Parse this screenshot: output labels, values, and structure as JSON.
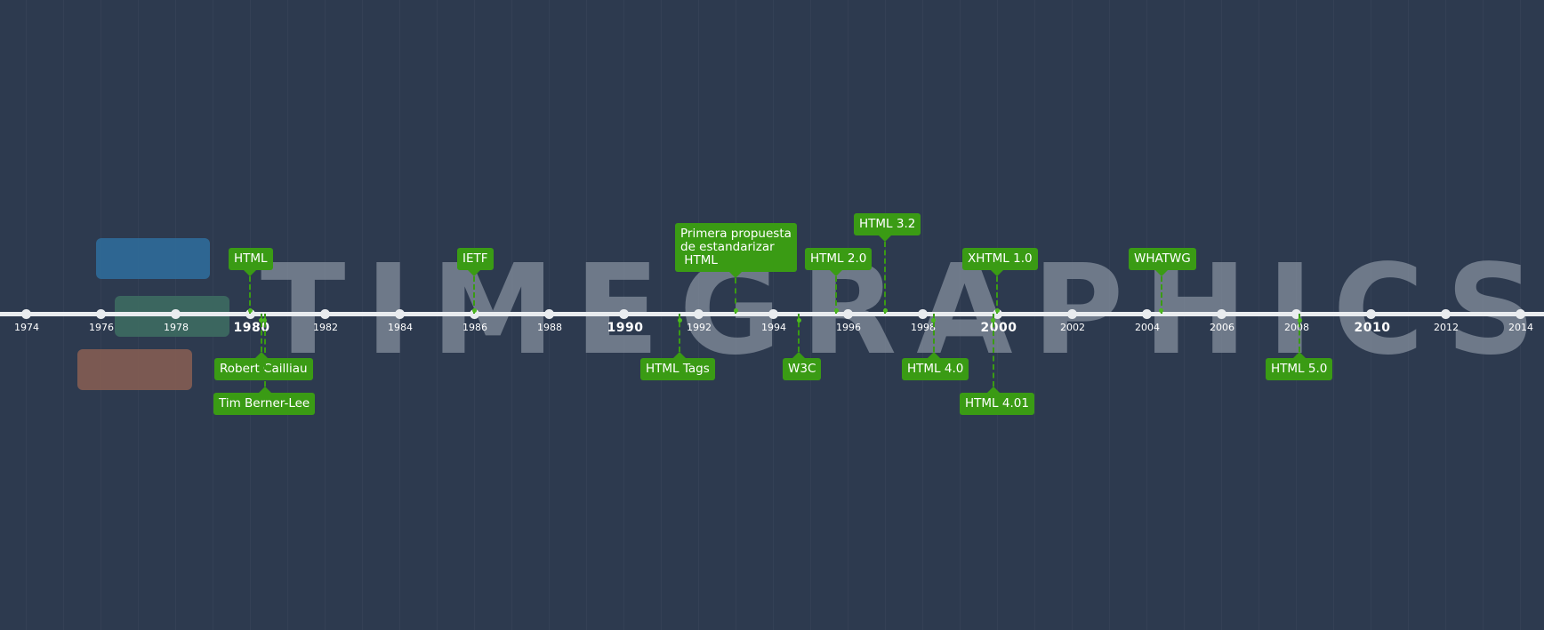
{
  "watermark": {
    "text": "TIMEGRAPHICS"
  },
  "colors": {
    "background": "#2d3a4f",
    "event": "#3a9b14",
    "axis": "#e9ecef",
    "watermark": "#9ba3ad"
  },
  "timeline": {
    "ticks": [
      {
        "label": "1974",
        "major": false
      },
      {
        "label": "1976",
        "major": false
      },
      {
        "label": "1978",
        "major": false
      },
      {
        "label": "1980",
        "major": true
      },
      {
        "label": "1982",
        "major": false
      },
      {
        "label": "1984",
        "major": false
      },
      {
        "label": "1986",
        "major": false
      },
      {
        "label": "1988",
        "major": false
      },
      {
        "label": "1990",
        "major": true
      },
      {
        "label": "1992",
        "major": false
      },
      {
        "label": "1994",
        "major": false
      },
      {
        "label": "1996",
        "major": false
      },
      {
        "label": "1998",
        "major": false
      },
      {
        "label": "2000",
        "major": true
      },
      {
        "label": "2002",
        "major": false
      },
      {
        "label": "2004",
        "major": false
      },
      {
        "label": "2006",
        "major": false
      },
      {
        "label": "2008",
        "major": false
      },
      {
        "label": "2010",
        "major": true
      },
      {
        "label": "2012",
        "major": false
      },
      {
        "label": "2014",
        "major": false
      }
    ],
    "legend_blobs": [
      {
        "color": "#2f6e9e"
      },
      {
        "color": "#3e6e62"
      },
      {
        "color": "#8a5f52"
      }
    ],
    "events": [
      {
        "label": "HTML",
        "year": 1980.0,
        "side": "above"
      },
      {
        "label": "IETF",
        "year": 1986.0,
        "side": "above"
      },
      {
        "label": "Primera propuesta\nde estandarizar\n HTML",
        "year": 1993.0,
        "side": "above"
      },
      {
        "label": "HTML 2.0",
        "year": 1995.7,
        "side": "above"
      },
      {
        "label": "HTML 3.2",
        "year": 1997.0,
        "side": "above"
      },
      {
        "label": "XHTML 1.0",
        "year": 2000.0,
        "side": "above"
      },
      {
        "label": "WHATWG",
        "year": 2004.4,
        "side": "above"
      },
      {
        "label": "Robert Cailliau",
        "year": 1980.3,
        "side": "below"
      },
      {
        "label": "Tim Berner-Lee",
        "year": 1980.4,
        "side": "below"
      },
      {
        "label": "HTML Tags",
        "year": 1991.5,
        "side": "below"
      },
      {
        "label": "W3C",
        "year": 1994.7,
        "side": "below"
      },
      {
        "label": "HTML 4.0",
        "year": 1998.3,
        "side": "below"
      },
      {
        "label": "HTML 4.01",
        "year": 1999.9,
        "side": "below"
      },
      {
        "label": "HTML 5.0",
        "year": 2008.1,
        "side": "below"
      }
    ]
  }
}
